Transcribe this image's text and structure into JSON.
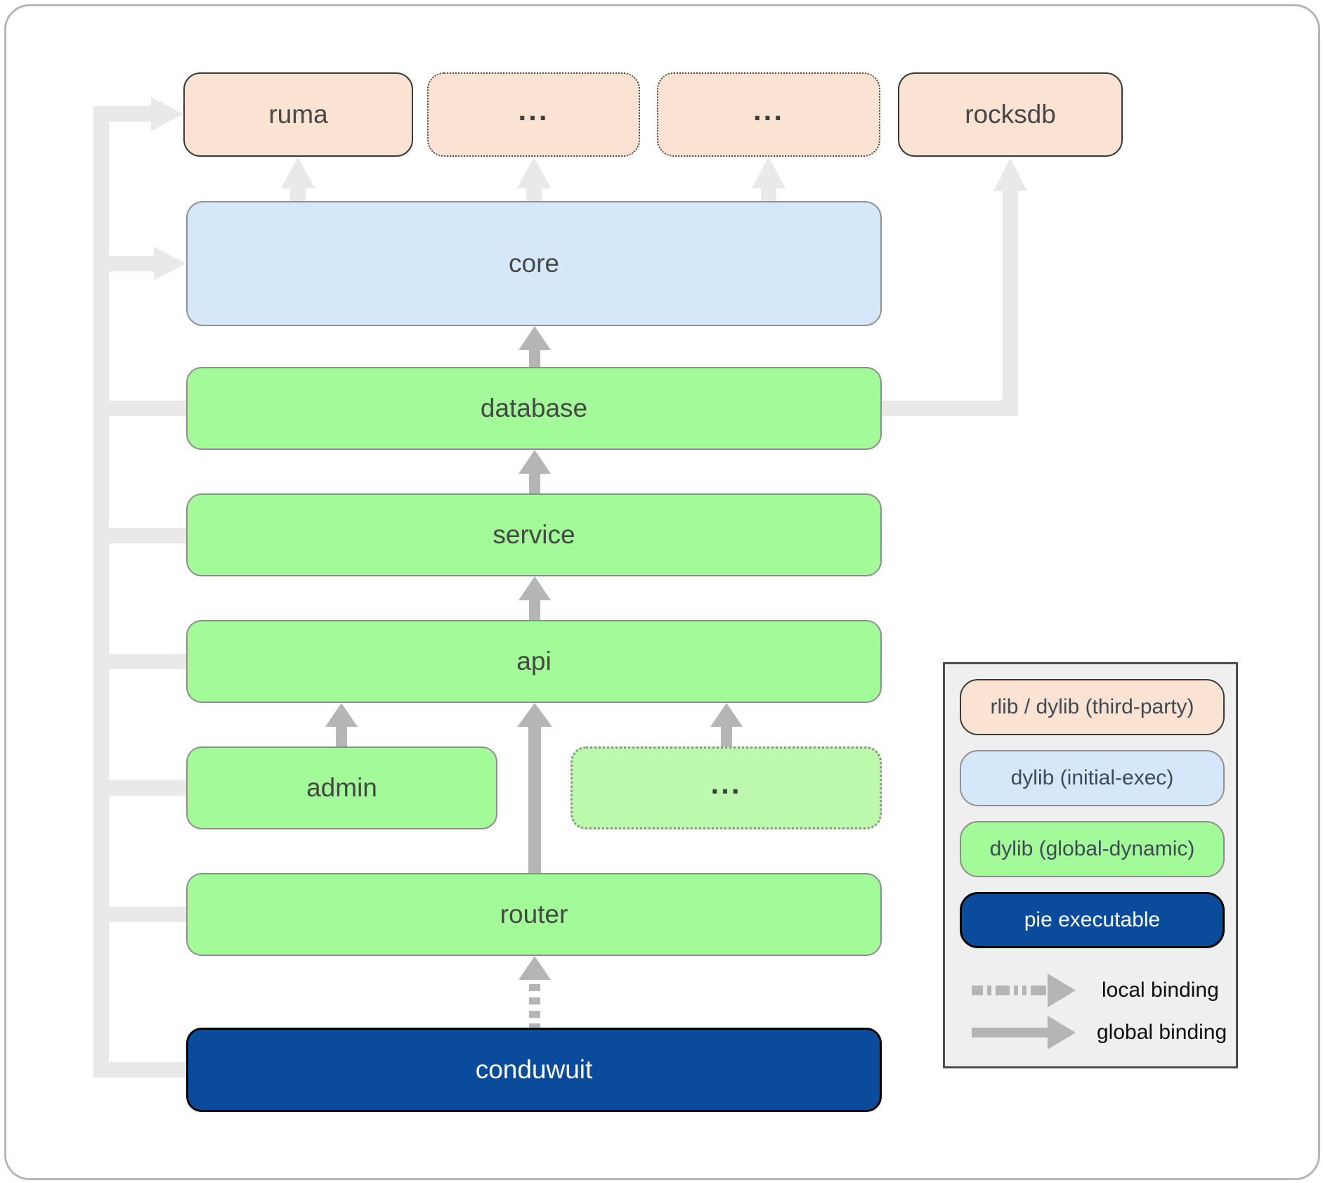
{
  "nodes": {
    "ruma": "ruma",
    "dots": "...",
    "rocksdb": "rocksdb",
    "core": "core",
    "database": "database",
    "service": "service",
    "api": "api",
    "admin": "admin",
    "router": "router",
    "conduwuit": "conduwuit"
  },
  "legend": {
    "items": [
      {
        "label": "rlib / dylib (third-party)"
      },
      {
        "label": "dylib (initial-exec)"
      },
      {
        "label": "dylib (global-dynamic)"
      },
      {
        "label": "pie executable"
      }
    ],
    "local_binding_label": "local binding",
    "global_binding_label": "global binding"
  },
  "colors": {
    "page_bg": "#ffffff",
    "page_border": "#b6b6b6",
    "peach": "#fbe3d3",
    "peach_border": "#3a3a3a",
    "peach_dotted_border": "#4a4a4a",
    "blue": "#d5e8fa",
    "blue_border": "#919191",
    "green": "#a2fa99",
    "green_border": "#8e8e8e",
    "lightgreen": "#bdf9ad",
    "lightgreen_border": "#909090",
    "darkblue": "#0a4c9b",
    "darkblue_border": "#000000",
    "label": "#474747",
    "label_light": "#ffffff",
    "legend_text": "#3f4a55",
    "binding_text": "#0d0d0d",
    "faded": "#e9e9e9",
    "solid": "#b5b5b5",
    "legend_bg": "#efefef",
    "legend_border": "#4d4d4d"
  }
}
